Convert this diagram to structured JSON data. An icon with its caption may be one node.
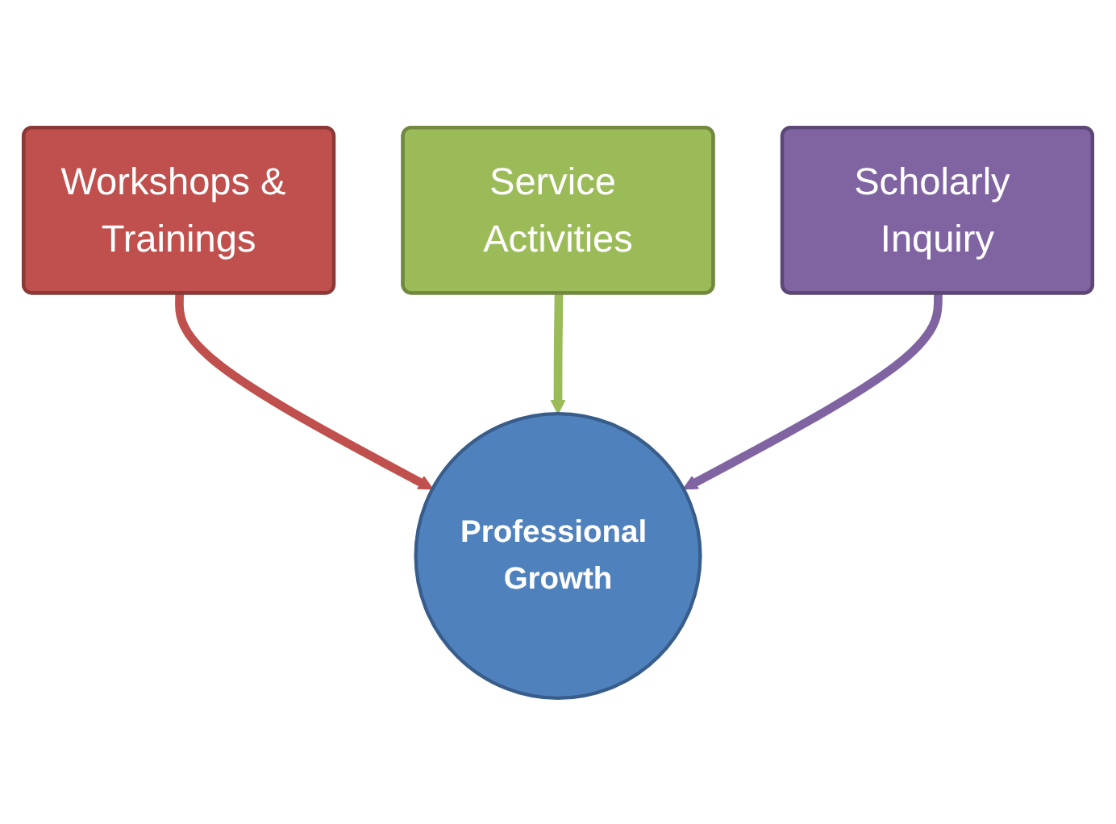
{
  "diagram": {
    "nodes": [
      {
        "text": [
          "Workshops & Trainings"
        ]
      },
      {
        "text": [
          "Service Activities"
        ]
      },
      {
        "text": [
          "Scholarly Inquiry"
        ]
      },
      {
        "text": [
          "Professional Growth"
        ]
      }
    ],
    "edges": [
      {
        "from": 0,
        "to": 3,
        "arrow": "to",
        "color": "#c0504d"
      },
      {
        "from": 1,
        "to": 3,
        "arrow": "to",
        "color": "#9bbb59"
      },
      {
        "from": 2,
        "to": 3,
        "arrow": "to",
        "color": "#8064a2"
      }
    ]
  }
}
